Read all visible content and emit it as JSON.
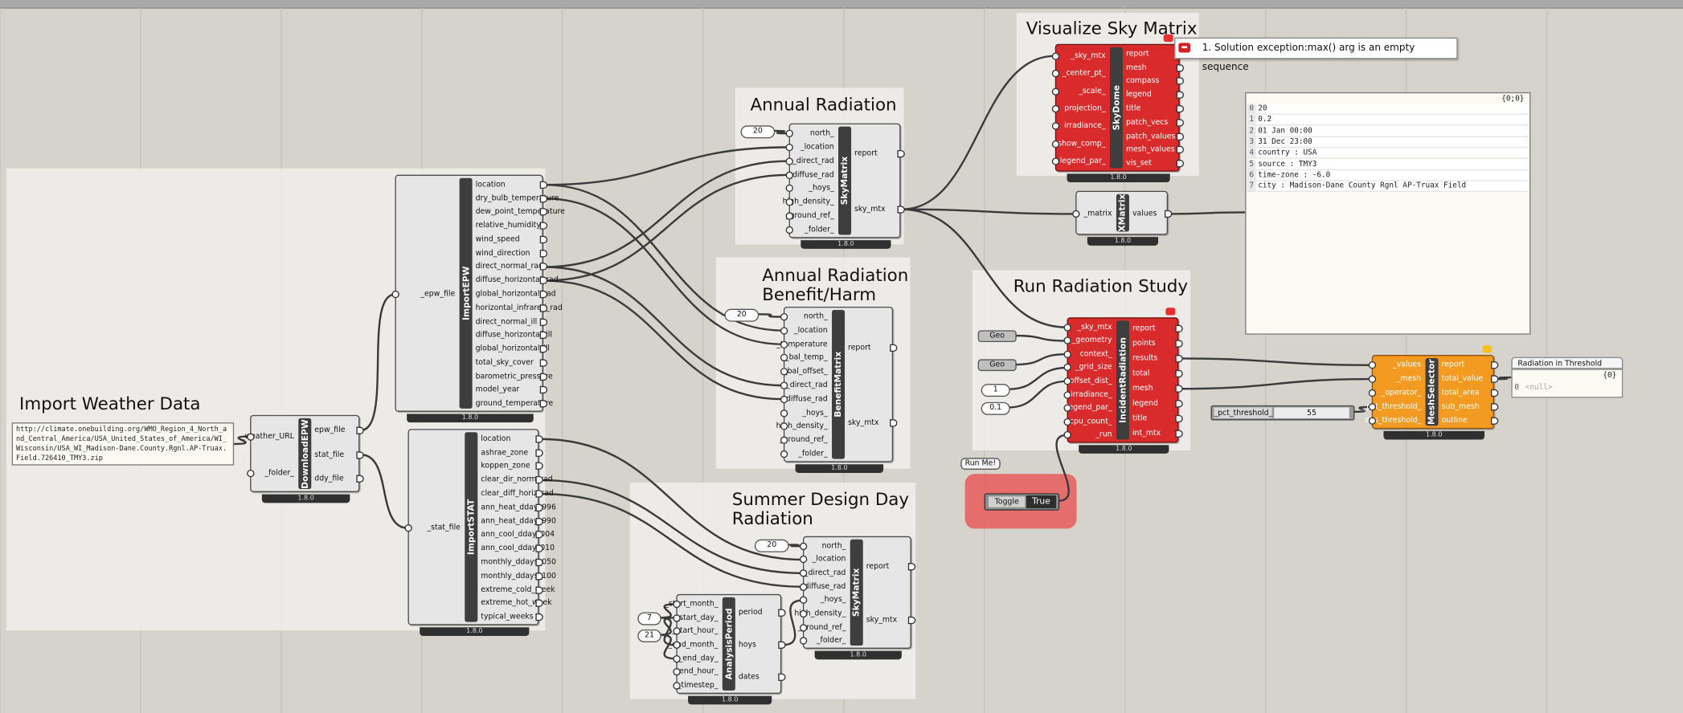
{
  "groups": {
    "import_weather": "Import Weather Data",
    "annual_radiation": "Annual Radiation",
    "annual_benefit": "Annual Radiation\nBenefit/Harm",
    "summer_design": "Summer Design Day\nRadiation",
    "visualize_sky": "Visualize Sky Matrix",
    "run_study": "Run Radiation Study"
  },
  "error_tooltip": "1. Solution exception:max() arg is an empty sequence",
  "epw_url_panel": "http://climate.onebuilding.org/WMO_Region_4_North_and_Central_America/USA_United_States_of_America/WI_Wisconsin/USA_WI_Madison-Dane.County.Rgnl.AP-Truax.Field.726410_TMY3.zip",
  "components": {
    "download_epw": {
      "name": "DownloadEPW",
      "inputs": [
        "_weather_URL",
        "_folder_"
      ],
      "outputs": [
        "epw_file",
        "stat_file",
        "ddy_file"
      ],
      "version": "1.8.0"
    },
    "import_epw": {
      "name": "ImportEPW",
      "inputs": [
        "_epw_file"
      ],
      "outputs": [
        "location",
        "dry_bulb_temperature",
        "dew_point_temperature",
        "relative_humidity",
        "wind_speed",
        "wind_direction",
        "direct_normal_rad",
        "diffuse_horizontal_rad",
        "global_horizontal_rad",
        "horizontal_infrared_rad",
        "direct_normal_ill",
        "diffuse_horizontal_ill",
        "global_horizontal_ill",
        "total_sky_cover",
        "barometric_pressure",
        "model_year",
        "ground_temperature"
      ],
      "version": "1.8.0"
    },
    "import_stat": {
      "name": "ImportSTAT",
      "inputs": [
        "_stat_file"
      ],
      "outputs": [
        "location",
        "ashrae_zone",
        "koppen_zone",
        "clear_dir_norm_rad",
        "clear_diff_horiz_rad",
        "ann_heat_dday_996",
        "ann_heat_dday_990",
        "ann_cool_dday_004",
        "ann_cool_dday_010",
        "monthly_ddays_050",
        "monthly_ddays_100",
        "extreme_cold_week",
        "extreme_hot_week",
        "typical_weeks"
      ],
      "version": "1.8.0"
    },
    "sky_matrix_1": {
      "name": "SkyMatrix",
      "inputs": [
        "north_",
        "_location",
        "_direct_rad",
        "_diffuse_rad",
        "_hoys_",
        "high_density_",
        "_ground_ref_",
        "_folder_"
      ],
      "outputs": [
        "report",
        "sky_mtx"
      ],
      "version": "1.8.0"
    },
    "benefit_matrix": {
      "name": "BenefitMatrix",
      "inputs": [
        "north_",
        "_location",
        "_temperature",
        "_bal_temp_",
        "_bal_offset_",
        "_direct_rad",
        "_diffuse_rad",
        "_hoys_",
        "high_density_",
        "_ground_ref_",
        "_folder_"
      ],
      "outputs": [
        "report",
        "sky_mtx"
      ],
      "version": "1.8.0"
    },
    "sky_matrix_2": {
      "name": "SkyMatrix",
      "inputs": [
        "north_",
        "_location",
        "_direct_rad",
        "_diffuse_rad",
        "_hoys_",
        "high_density_",
        "_ground_ref_",
        "_folder_"
      ],
      "outputs": [
        "report",
        "sky_mtx"
      ],
      "version": "1.8.0"
    },
    "analysis_period": {
      "name": "AnalysisPeriod",
      "inputs": [
        "_start_month_",
        "_start_day_",
        "_start_hour_",
        "_end_month_",
        "_end_day_",
        "_end_hour_",
        "_timestep_"
      ],
      "outputs": [
        "period",
        "hoys",
        "dates"
      ],
      "version": "1.8.0"
    },
    "sky_dome": {
      "name": "SkyDome",
      "inputs": [
        "_sky_mtx",
        "_center_pt_",
        "_scale_",
        "projection_",
        "irradiance_",
        "show_comp_",
        "legend_par_"
      ],
      "outputs": [
        "report",
        "mesh",
        "compass",
        "legend",
        "title",
        "patch_vecs",
        "patch_values",
        "mesh_values",
        "vis_set"
      ],
      "version": "1.8.0"
    },
    "xmatrix": {
      "name": "XMatrix",
      "inputs": [
        "_matrix"
      ],
      "outputs": [
        "values"
      ],
      "version": "1.8.0"
    },
    "incident_radiation": {
      "name": "IncidentRadiation",
      "inputs": [
        "_sky_mtx",
        "_geometry",
        "context_",
        "_grid_size",
        "_offset_dist_",
        "irradiance_",
        "legend_par_",
        "_cpu_count_",
        "_run"
      ],
      "outputs": [
        "report",
        "points",
        "results",
        "total",
        "mesh",
        "legend",
        "title",
        "int_mtx"
      ],
      "version": "1.8.0"
    },
    "mesh_selector": {
      "name": "MeshSelector",
      "inputs": [
        "_values",
        "_mesh",
        "_operator_",
        "_pct_threshold_",
        "abs_threshold_"
      ],
      "outputs": [
        "report",
        "total_value",
        "total_area",
        "sub_mesh",
        "outline"
      ],
      "version": "1.8.0"
    }
  },
  "sliders": {
    "north_1": "20",
    "north_2": "20",
    "north_3": "20",
    "month": "7",
    "day": "21",
    "pct_threshold_label": "_pct_threshold_",
    "pct_threshold_value": "55"
  },
  "geo_buttons": [
    "Geo",
    "Geo"
  ],
  "grid_size": "1",
  "offset_dist": "0.1",
  "toggle": {
    "caption": "Run Me!",
    "label": "Toggle",
    "value": "True"
  },
  "xmatrix_panel": {
    "header": "{0;0}",
    "rows": [
      "20",
      "0.2",
      "01 Jan 00:00",
      "31 Dec 23:00",
      "country : USA",
      "source : TMY3",
      "time-zone : -6.0",
      "city : Madison-Dane County Rgnl AP-Truax Field"
    ]
  },
  "threshold_panel": {
    "title": "Radiation in Threshold (kWh)",
    "header": "{0}",
    "row_index": "0",
    "row_value": "<null>"
  },
  "colors": {
    "canvas": "#d6d3cc",
    "group": "#f2f1ee",
    "red_component": "#d92b2b",
    "orange_component": "#f39a20",
    "toggle_group": "#e85a5a"
  }
}
